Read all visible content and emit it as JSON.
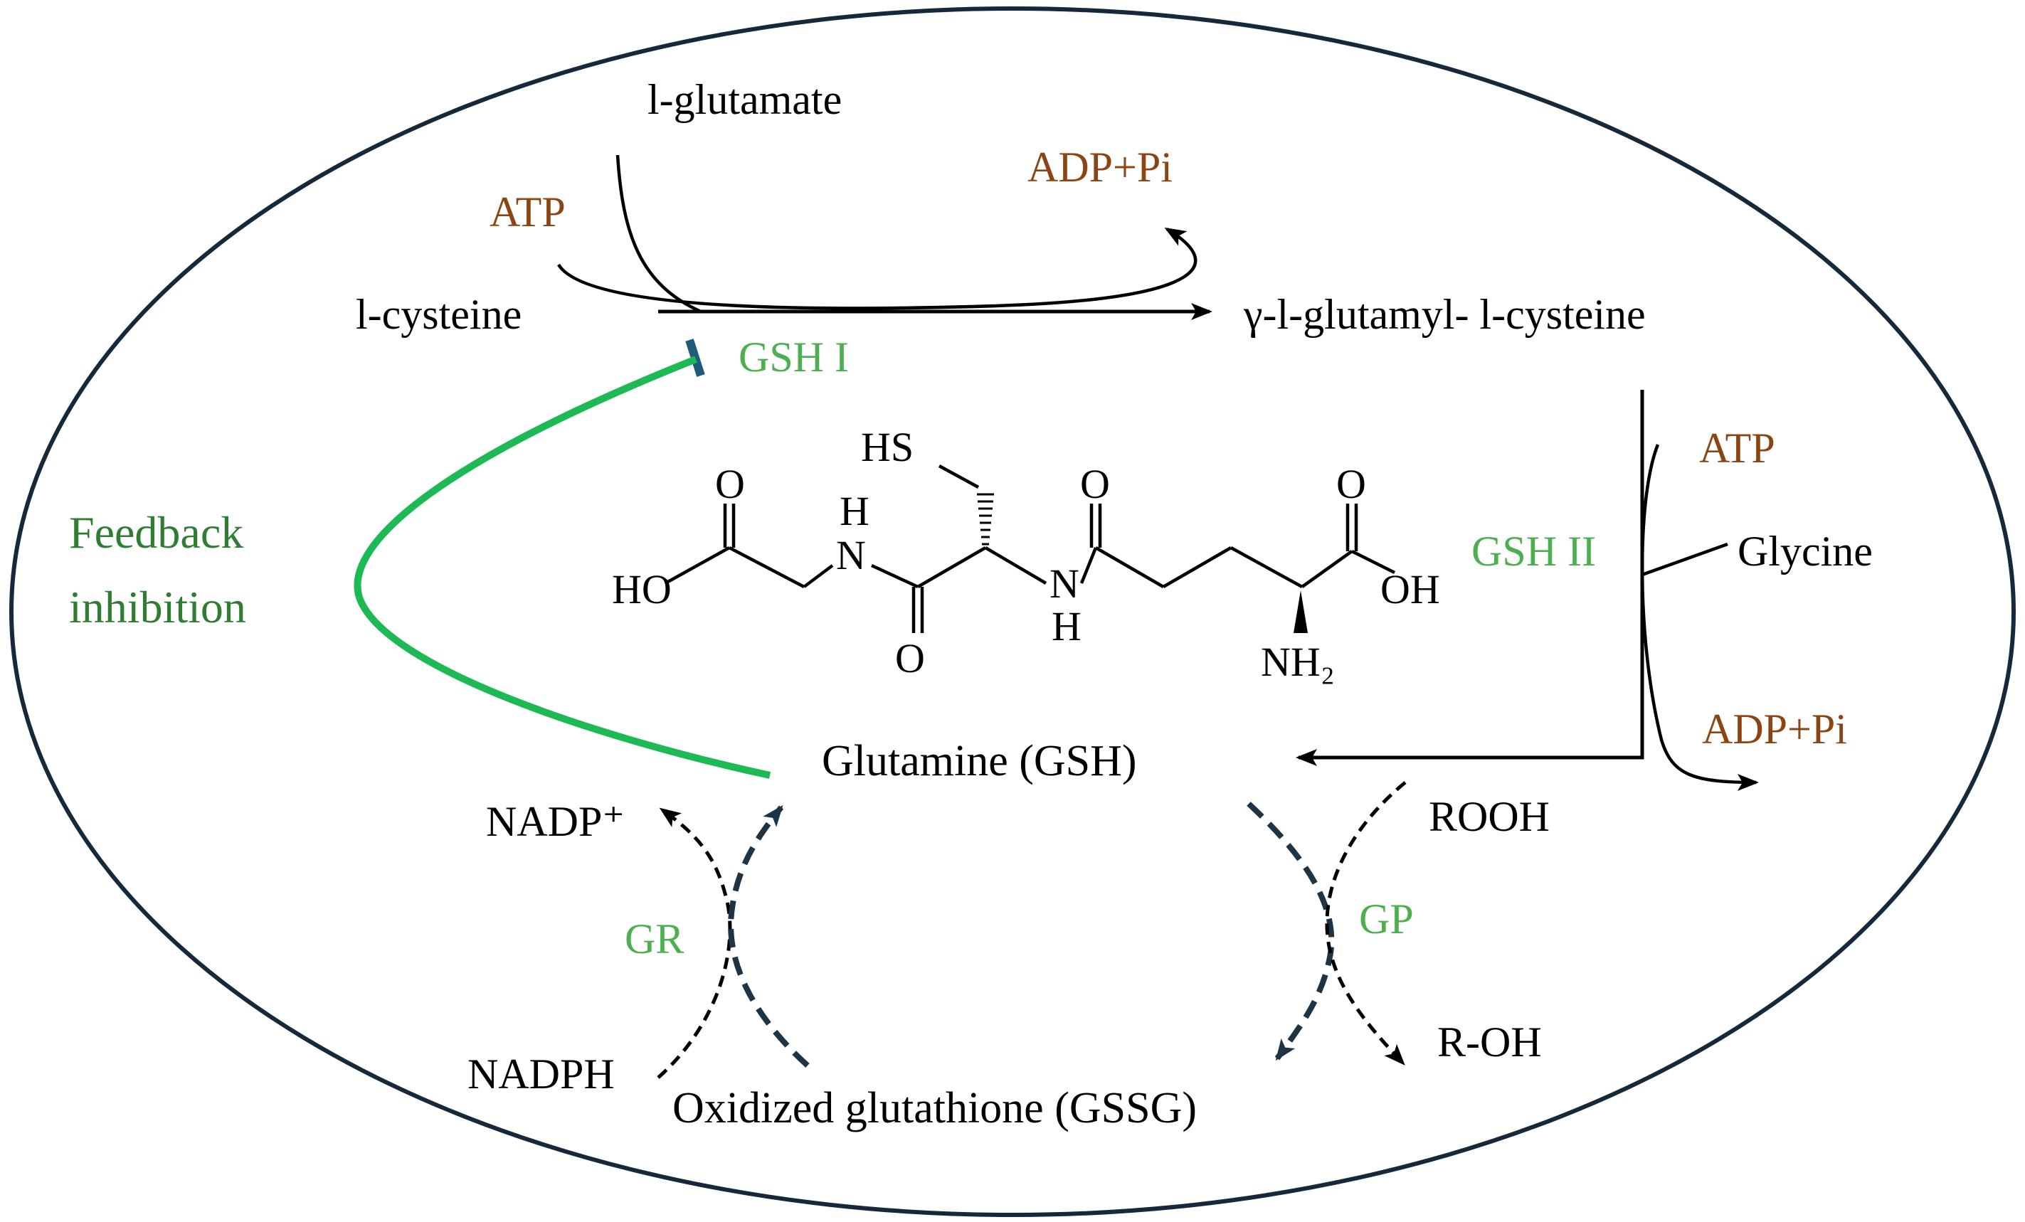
{
  "colors": {
    "border": "#16293B",
    "cofactor": "#8B4513",
    "enzyme": "#4CAF50",
    "feedback_text": "#2E7D32",
    "feedback_arrow": "#1DB954",
    "inhibition_bar": "#1F5C7A",
    "dashed_dark": "#1E3344"
  },
  "pathway": {
    "l_glutamate": "l-glutamate",
    "l_cysteine": "l-cysteine",
    "atp_1": "ATP",
    "adp_pi_1": "ADP+Pi",
    "gamma_glutamyl_cysteine": "γ-l-glutamyl- l-cysteine",
    "gsh_i": "GSH I",
    "gsh_ii": "GSH II",
    "atp_2": "ATP",
    "glycine": "Glycine",
    "adp_pi_2": "ADP+Pi",
    "gsh": "Glutamine (GSH)"
  },
  "feedback": {
    "line1": "Feedback",
    "line2": "inhibition"
  },
  "redox": {
    "nadp_plus": "NADP⁺",
    "gr": "GR",
    "nadph": "NADPH",
    "gssg": "Oxidized glutathione (GSSG)",
    "rooh": "ROOH",
    "gp": "GP",
    "r_oh": "R-OH"
  },
  "structure": {
    "hs": "HS",
    "o_gly": "O",
    "h_upper": "H",
    "n_upper": "N",
    "ho_left": "HO",
    "o_lower": "O",
    "n_lower": "N",
    "h_lower": "H",
    "o_glu_amide": "O",
    "o_glu_acid": "O",
    "oh_right": "OH",
    "nh2": "NH₂"
  }
}
